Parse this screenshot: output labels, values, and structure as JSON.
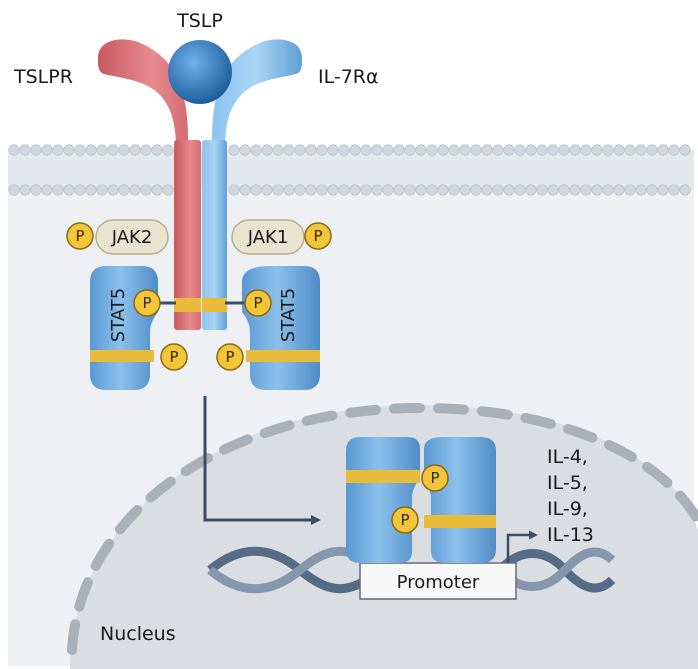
{
  "labels": {
    "tslp": "TSLP",
    "tslpr": "TSLPR",
    "il7ra": "IL-7Rα",
    "jak2": "JAK2",
    "jak1": "JAK1",
    "stat5_left": "STAT5",
    "stat5_right": "STAT5",
    "phospho": "P",
    "promoter": "Promoter",
    "nucleus": "Nucleus"
  },
  "cytokines": [
    "IL-4,",
    "IL-5,",
    "IL-9,",
    "IL-13"
  ],
  "colors": {
    "tslpr": "#e07a7e",
    "il7ra": "#7ab6e6",
    "tslp": "#2f78c0",
    "stat5": "#6fa9de",
    "phosphate": "#f2c53a",
    "band": "#e8bb3a",
    "jak": "#e9e4cf",
    "membrane": "#d7dbe0",
    "cell_bg": "#eef0f3",
    "nucleus": "#d9dde2",
    "dna": "#556b86",
    "arrow": "#3a4d66"
  }
}
